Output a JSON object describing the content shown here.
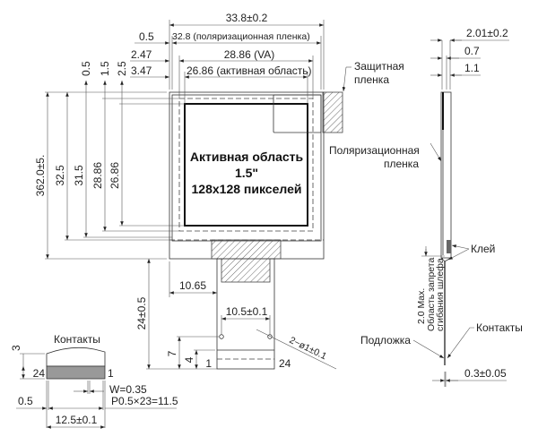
{
  "top_dims": {
    "overall_width": "33.8±0.2",
    "polarizer_offset": "0.5",
    "polarizer_width": "32.8 (поляризационная пленка)",
    "va_offset": "2.47",
    "va_width": "28.86 (VA)",
    "aa_offset": "3.47",
    "aa_width": "26.86 (активная область)"
  },
  "left_dims": {
    "off_05": "0.5",
    "off_15": "1.5",
    "off_25": "2.5",
    "overall_height": "362.0±5.",
    "h_325": "32.5",
    "h_315": "31.5",
    "h_2886": "28.86",
    "h_2686": "26.86"
  },
  "active_area": {
    "line1": "Активная область",
    "line2": "1.5\"",
    "line3": "128x128 пикселей"
  },
  "labels": {
    "protective_film": [
      "Защитная",
      "пленка"
    ],
    "polarizer_film": [
      "Поляризационная",
      "пленка"
    ],
    "glue": "Клей",
    "substrate": "Подложка",
    "contacts_side": "Контакты",
    "bend_zone": [
      "Область запрета",
      "сгибания шлефа"
    ],
    "bend_max": "2.0 Max."
  },
  "side_dims": {
    "thickness": "2.01±0.2",
    "t07": "0.7",
    "t11": "1.1",
    "fpc_thickness": "0.3±0.05"
  },
  "fpc_dims": {
    "offset": "10.65",
    "holes_span": "10.5±0.1",
    "holes": "2−ø1±0.1",
    "length": "24±0.5",
    "hole_height": "7",
    "contact_height": "4",
    "pin_first": "1",
    "pin_last": "24"
  },
  "contacts_detail": {
    "title": "Контакты",
    "height": "3",
    "pin_left": "24",
    "pin_right": "1",
    "width": "W=0.35",
    "pitch": "P0.5×23=11.5",
    "edge": "0.5",
    "total": "12.5±0.1"
  }
}
